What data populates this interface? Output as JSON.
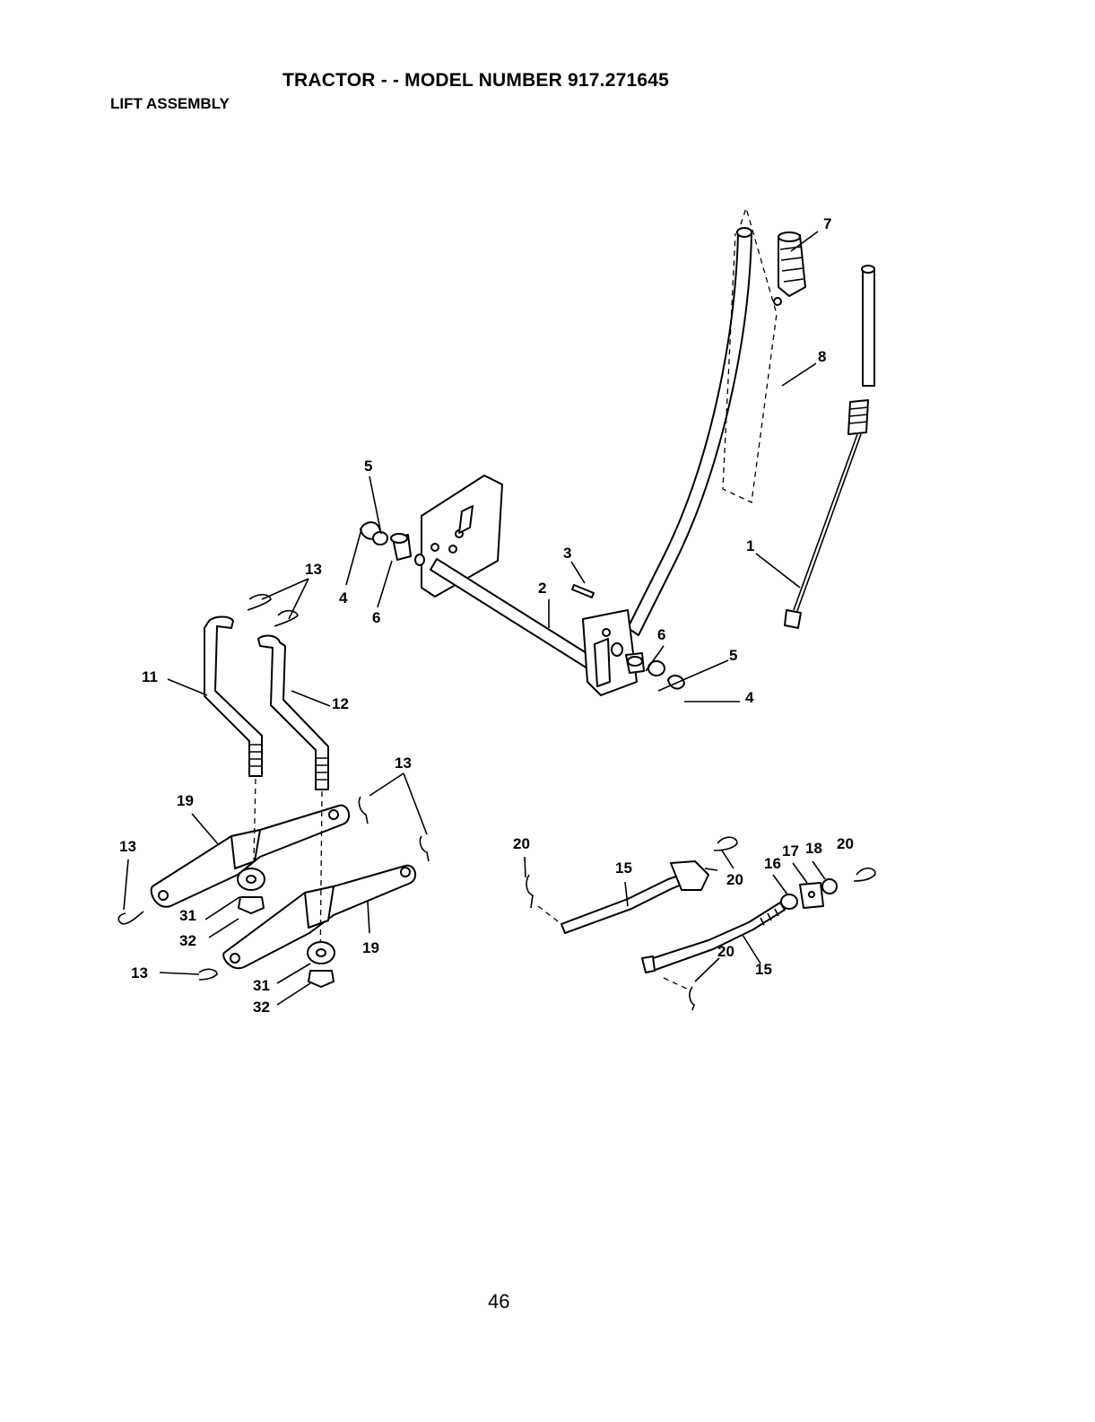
{
  "header": {
    "title": "TRACTOR - - MODEL NUMBER 917.271645",
    "section": "LIFT ASSEMBLY"
  },
  "callouts": [
    "1",
    "2",
    "3",
    "4",
    "4",
    "5",
    "5",
    "6",
    "6",
    "7",
    "8",
    "11",
    "12",
    "13",
    "13",
    "13",
    "13",
    "15",
    "15",
    "16",
    "17",
    "18",
    "19",
    "19",
    "20",
    "20",
    "20",
    "20",
    "31",
    "31",
    "32",
    "32"
  ],
  "footer": {
    "page_number": "46"
  }
}
